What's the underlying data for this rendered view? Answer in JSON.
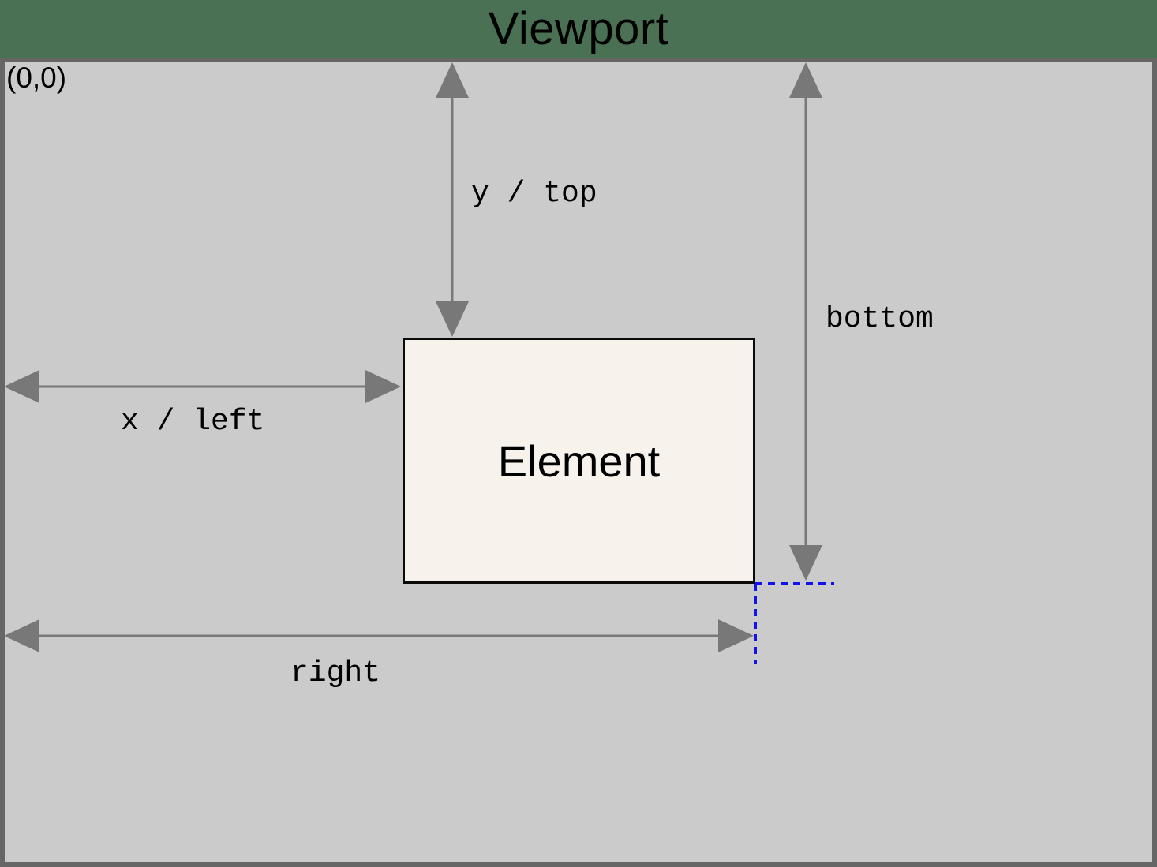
{
  "diagram": {
    "title": "Viewport",
    "origin_label": "(0,0)",
    "element_label": "Element",
    "annotations": {
      "y_top": "y / top",
      "x_left": "x / left",
      "bottom": "bottom",
      "right": "right"
    }
  },
  "colors": {
    "background_green": "#4a7153",
    "viewport_fill": "#cbcbcb",
    "viewport_border": "#666666",
    "element_fill": "#f7f3ec",
    "element_border": "#0a0a0a",
    "arrow_gray": "#787878",
    "guide_blue": "#1212ee",
    "text_black": "#000000"
  }
}
